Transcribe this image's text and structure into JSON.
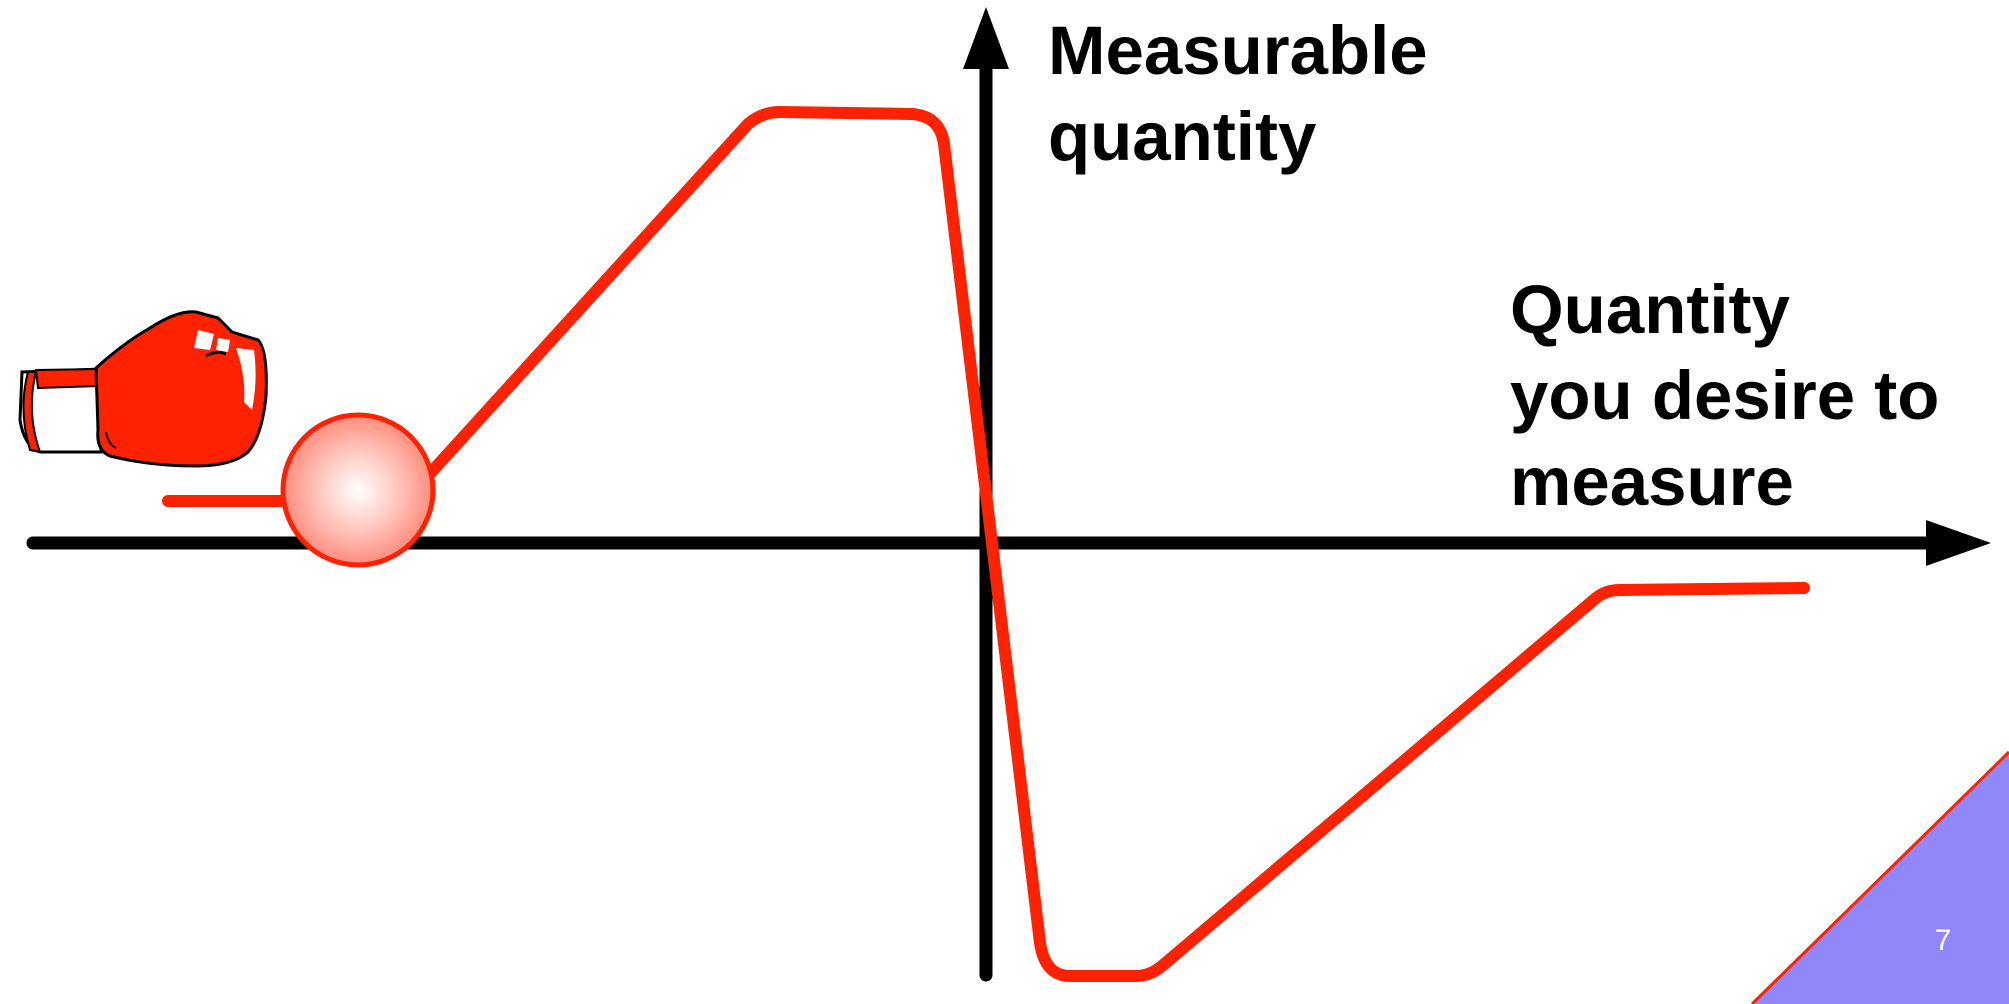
{
  "diagram": {
    "y_axis_title": [
      "Measurable",
      "quantity"
    ],
    "x_axis_title": [
      "Quantity",
      "you desire to",
      "measure"
    ],
    "icons": {
      "glove": "boxing-glove-icon",
      "ball": "ball-icon"
    },
    "colors": {
      "curve": "#ff2200",
      "axes": "#000000",
      "glove_red": "#ff2200",
      "ball_center": "#ffffff",
      "ball_edge": "#ff8c7d",
      "corner": "#8f87fa",
      "corner_edge": "#ff2200",
      "slide_number": "#ffffff"
    }
  },
  "slide": {
    "number": "7"
  }
}
